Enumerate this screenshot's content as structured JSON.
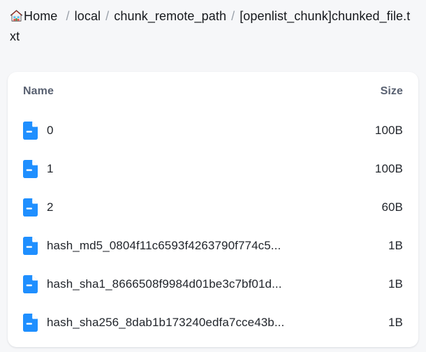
{
  "breadcrumb": {
    "home_icon": "home-icon",
    "home_label": "Home",
    "separator": "/",
    "items": [
      {
        "label": "local"
      },
      {
        "label": "chunk_remote_path"
      }
    ],
    "current": "[openlist_chunk]chunked_file.txt"
  },
  "table": {
    "columns": {
      "name": "Name",
      "size": "Size"
    },
    "rows": [
      {
        "icon": "file-icon",
        "name": "0",
        "size": "100B"
      },
      {
        "icon": "file-icon",
        "name": "1",
        "size": "100B"
      },
      {
        "icon": "file-icon",
        "name": "2",
        "size": "60B"
      },
      {
        "icon": "file-icon",
        "name": "hash_md5_0804f11c6593f4263790f774c5...",
        "size": "1B"
      },
      {
        "icon": "file-icon",
        "name": "hash_sha1_8666508f9984d01be3c7bf01d...",
        "size": "1B"
      },
      {
        "icon": "file-icon",
        "name": "hash_sha256_8dab1b173240edfa7cce43b...",
        "size": "1B"
      }
    ]
  },
  "colors": {
    "page_background": "#f6f7f9",
    "card_background": "#ffffff",
    "file_icon": "#1f8fff",
    "header_text": "#596171",
    "body_text": "#22262c",
    "separator_text": "#9aa1aa"
  }
}
